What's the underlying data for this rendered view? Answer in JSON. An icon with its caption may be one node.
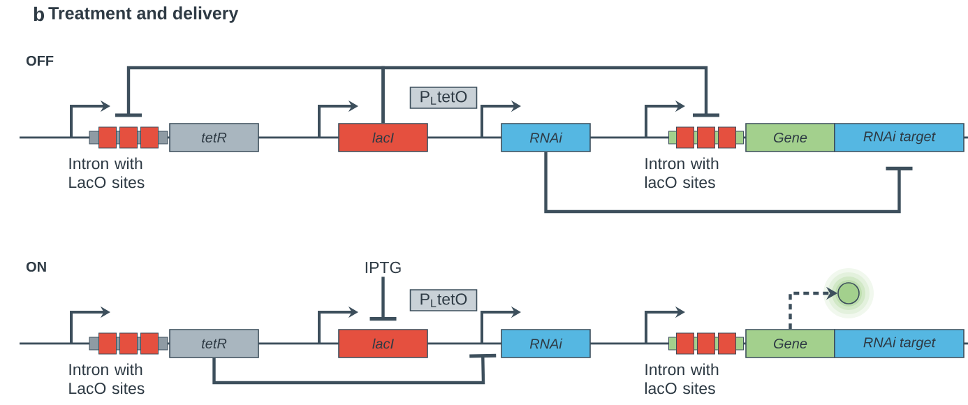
{
  "diagram": {
    "title": "Treatment and delivery",
    "nodes": [
      {
        "text": [],
        "shape": "box",
        "beside": [
          "Intron with LacO sites"
        ]
      },
      {
        "text": [
          "tetR"
        ]
      },
      {
        "text": [
          "lacI"
        ]
      },
      {
        "text": [
          "P$_{L}$tetO"
        ]
      },
      {
        "text": [
          "RNAi"
        ]
      },
      {
        "text": [],
        "shape": "box",
        "beside": [
          "Intron with lacO sites"
        ]
      },
      {
        "text": [
          "Gene"
        ]
      },
      {
        "text": [
          "RNAi target"
        ]
      },
      {
        "text": [],
        "shape": "box",
        "beside": [
          "Intron with LacO sites"
        ]
      },
      {
        "text": [
          "tetR"
        ]
      },
      {
        "text": [
          "lacI"
        ]
      },
      {
        "text": [
          "P$_{L}$tetO"
        ]
      },
      {
        "text": [
          "RNAi"
        ]
      },
      {
        "text": [],
        "shape": "box",
        "beside": [
          "Intron with lacO sites"
        ]
      },
      {
        "text": [
          "Gene"
        ]
      },
      {
        "text": [
          "RNAi target"
        ]
      },
      {
        "text": [
          "IPTG"
        ]
      },
      {
        "text": [],
        "shape": "circle"
      }
    ],
    "edges": [
      {
        "from": 2,
        "to": 0,
        "arrow": "other"
      },
      {
        "from": 2,
        "to": 5,
        "arrow": "other"
      },
      {
        "from": 4,
        "to": 7,
        "arrow": "other"
      },
      {
        "from": 16,
        "to": 10,
        "arrow": "other"
      },
      {
        "from": 9,
        "to": 12,
        "arrow": "other"
      },
      {
        "from": 14,
        "to": 17,
        "arrow": "to",
        "style": "dashed"
      }
    ],
    "labels": [
      "b",
      "OFF",
      "ON"
    ]
  }
}
